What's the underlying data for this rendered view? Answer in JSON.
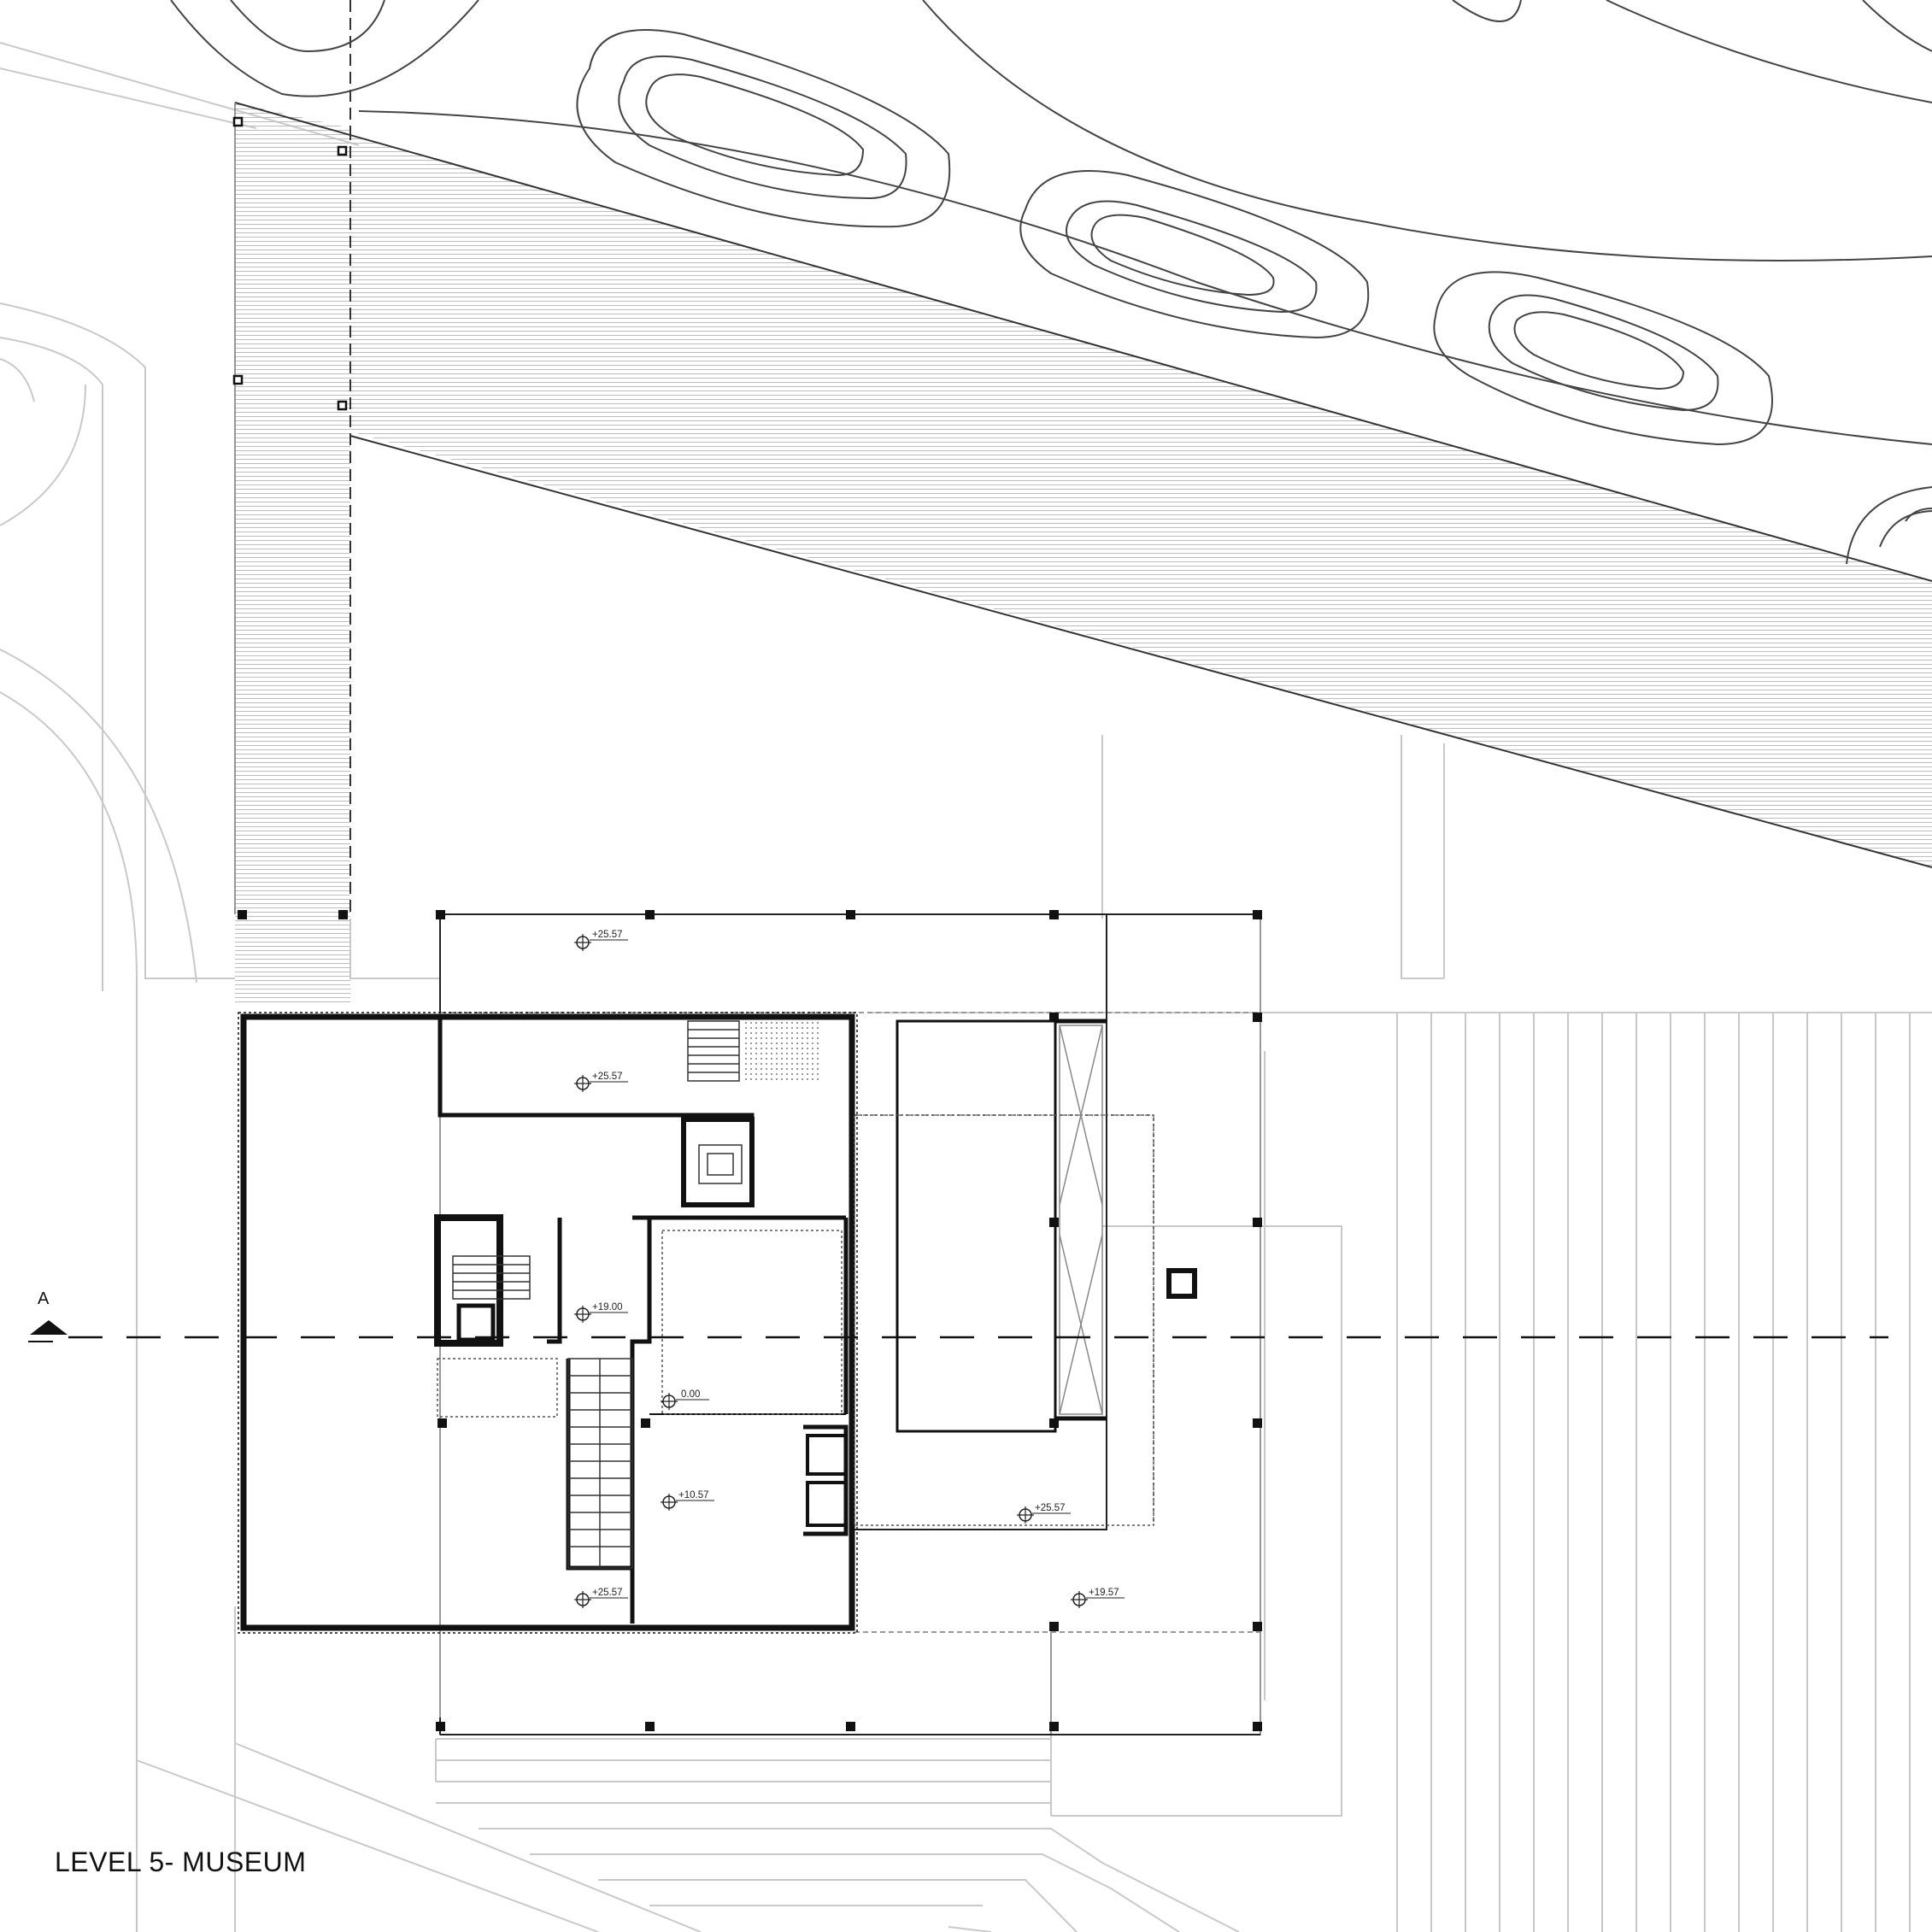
{
  "drawing": {
    "title": "LEVEL 5- MUSEUM",
    "section_marker": "A",
    "levels": [
      "+25.57",
      "+25.57",
      "+19.00",
      "0.00",
      "+10.57",
      "+25.57",
      "+25.57",
      "+19.57"
    ]
  }
}
